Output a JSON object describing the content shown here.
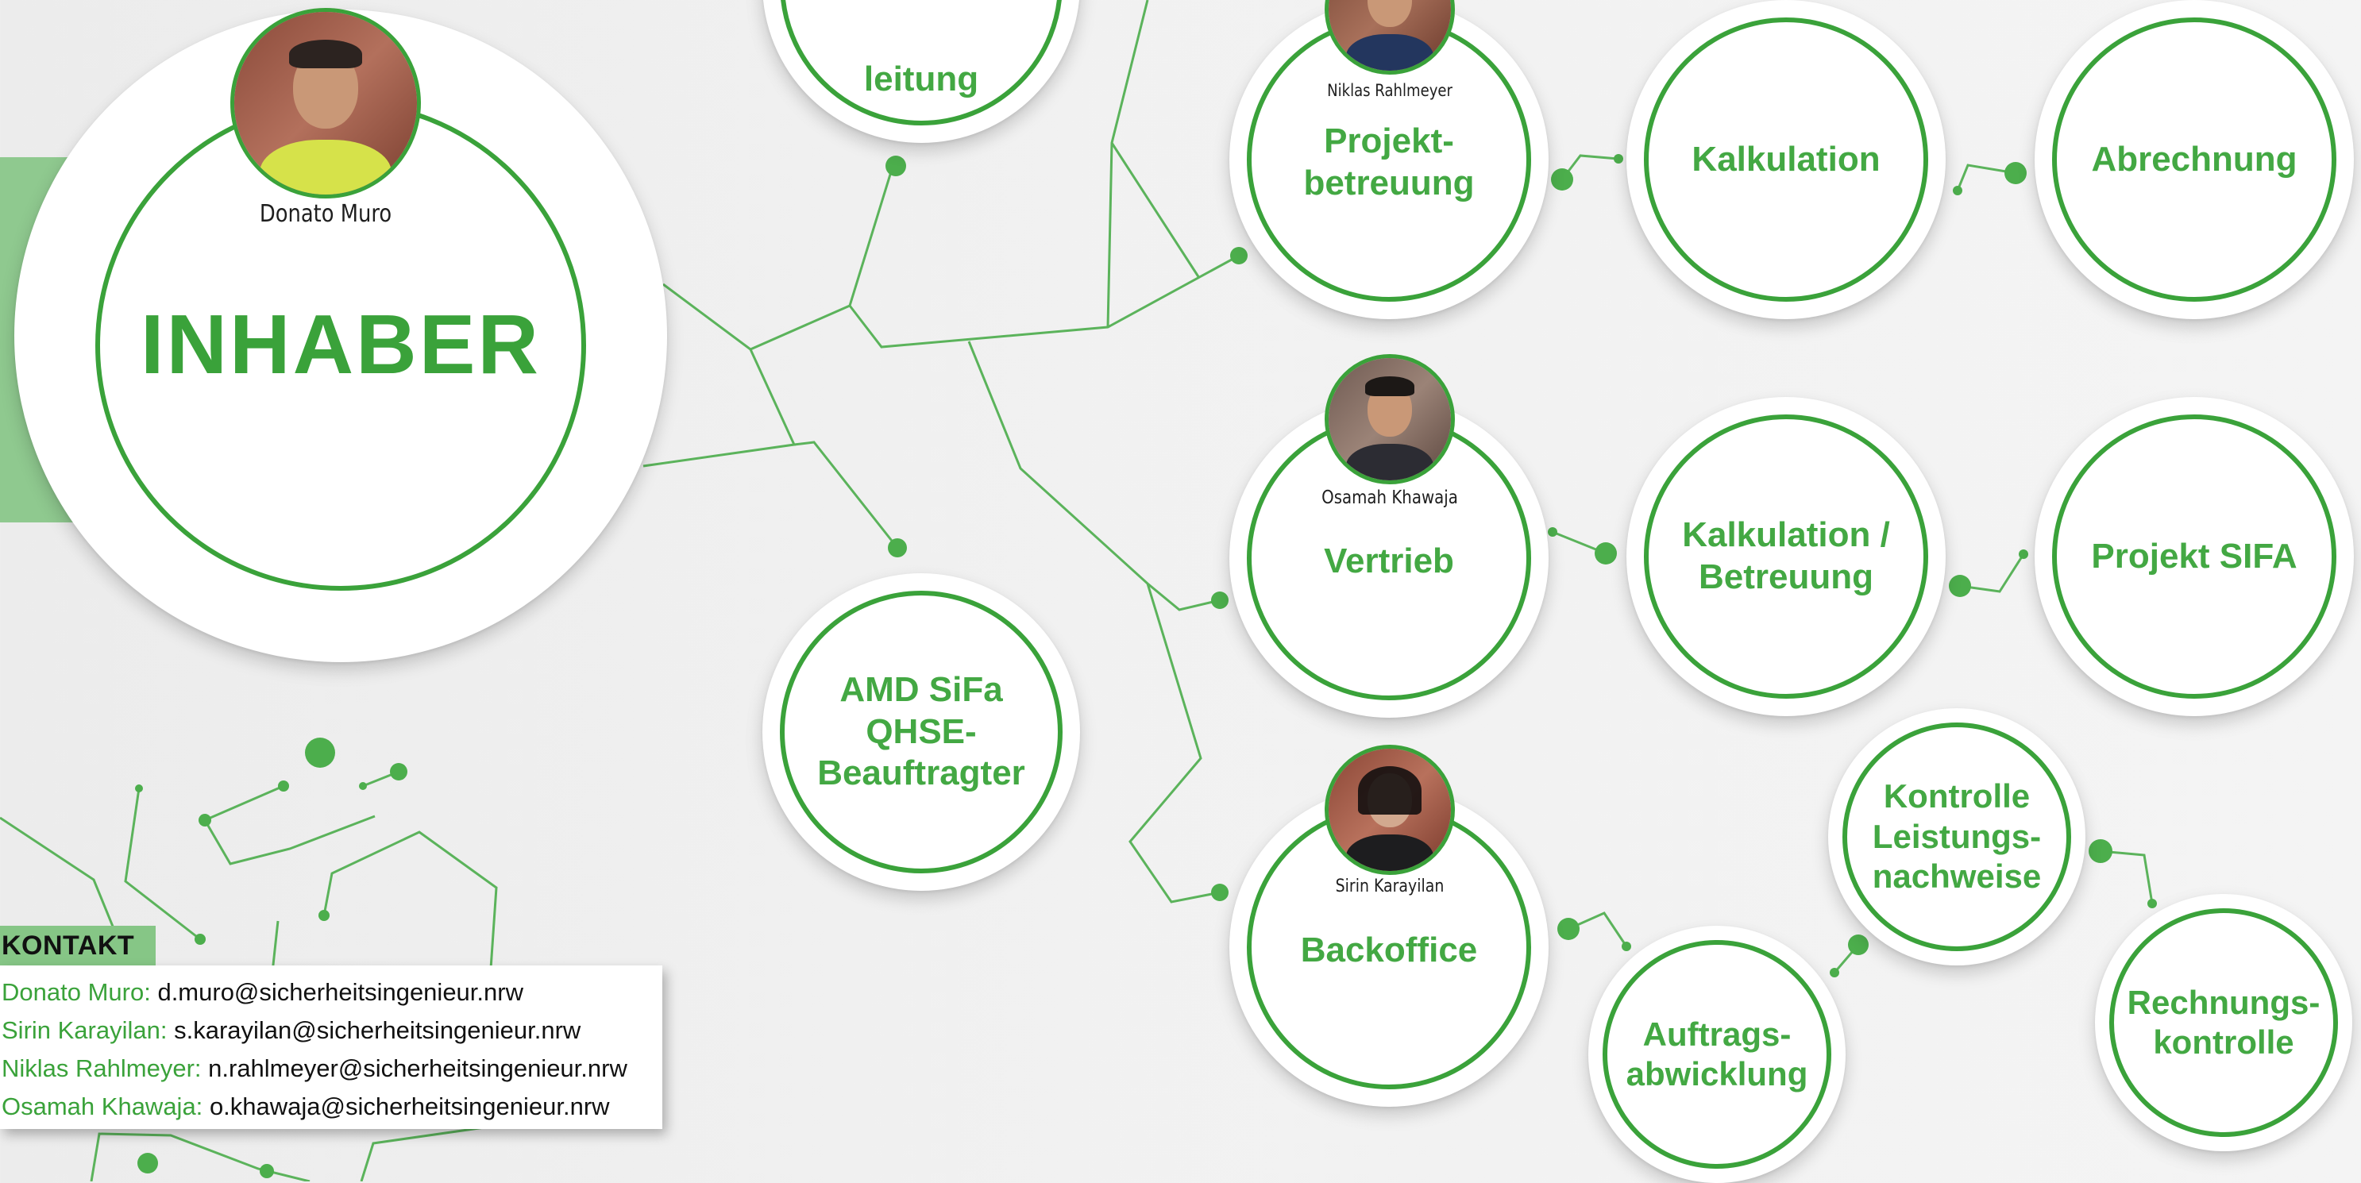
{
  "owner": {
    "title": "INHABER",
    "person": "Donato Muro"
  },
  "nodes": {
    "leitung": "leitung",
    "projektbetreuung": "Projekt-\nbetreuung",
    "kalkulation": "Kalkulation",
    "abrechnung": "Abrechnung",
    "vertrieb": "Vertrieb",
    "kalkulation_betreuung": "Kalkulation /\nBetreuung",
    "projekt_sifa": "Projekt SIFA",
    "amd_sifa": "AMD SiFa\nQHSE-\nBeauftragter",
    "backoffice": "Backoffice",
    "kontrolle": "Kontrolle\nLeistungs-\nnachweise",
    "auftragsabwicklung": "Auftrags-\nabwicklung",
    "rechnungskontrolle": "Rechnungs-\nkontrolle"
  },
  "people": {
    "niklas": "Niklas Rahlmeyer",
    "osamah": "Osamah Khawaja",
    "sirin": "Sirin Karayilan"
  },
  "contact": {
    "heading": "KONTAKT",
    "rows": [
      {
        "name": "Donato Muro:",
        "email": "d.muro@sicherheitsingenieur.nrw"
      },
      {
        "name": "Sirin Karayilan:",
        "email": "s.karayilan@sicherheitsingenieur.nrw"
      },
      {
        "name": "Niklas Rahlmeyer:",
        "email": "n.rahlmeyer@sicherheitsingenieur.nrw"
      },
      {
        "name": "Osamah Khawaja:",
        "email": "o.khawaja@sicherheitsingenieur.nrw"
      }
    ]
  },
  "colors": {
    "accent": "#3aa23a",
    "line": "#5bb35b",
    "side_bar": "#8fc98f",
    "background": "#f1f1f1"
  }
}
